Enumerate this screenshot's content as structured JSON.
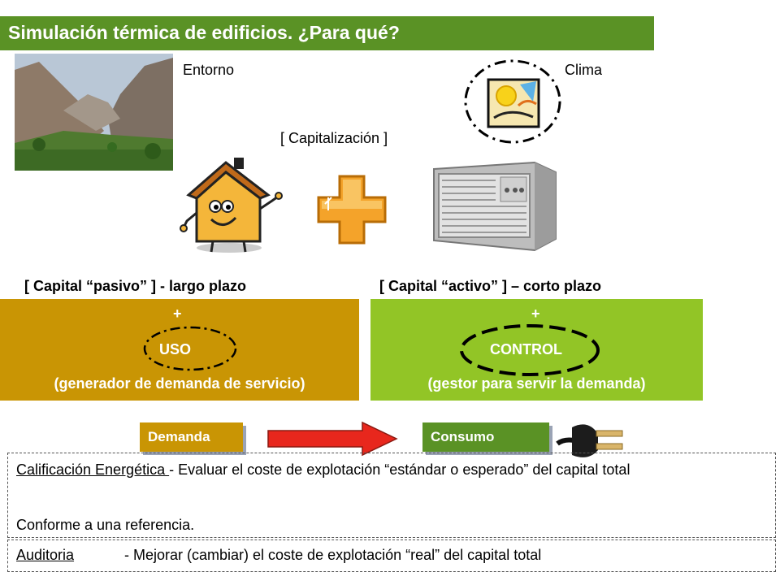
{
  "title": "Simulación térmica de edificios. ¿Para qué?",
  "labels": {
    "entorno": "Entorno",
    "clima": "Clima",
    "capitalizacion": "[ Capitalización ]",
    "capital_pasivo": "[ Capital “pasivo” ] - largo plazo",
    "capital_activo": "[ Capital “activo” ] – corto plazo"
  },
  "panel_left": {
    "plus": "+",
    "name": "USO",
    "desc": "(generador de demanda de servicio)",
    "color": "#c99504"
  },
  "panel_right": {
    "plus": "+",
    "name": "CONTROL",
    "desc": "(gestor para servir la demanda)",
    "color": "#92c526"
  },
  "flow": {
    "demand": "Demanda",
    "consumption": "Consumo"
  },
  "calificacion": {
    "term": "Calificación Energética ",
    "text": "- Evaluar el coste de explotación “estándar o esperado” del capital total",
    "note": "Conforme a una referencia."
  },
  "auditoria": {
    "term": "Auditoria",
    "text": "- Mejorar (cambiar) el coste de explotación “real” del capital total"
  },
  "icons": [
    "mountain-valley-photo",
    "sun-climate-icon",
    "house-character-icon",
    "plus-icon",
    "air-conditioner-icon",
    "power-plug-icon",
    "right-arrow-icon"
  ]
}
